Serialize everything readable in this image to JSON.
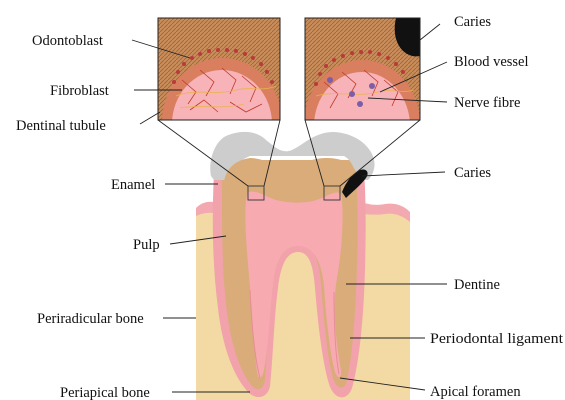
{
  "labels": {
    "odontoblast": "Odontoblast",
    "fibroblast": "Fibroblast",
    "dentinal_tubule": "Dentinal tubule",
    "enamel": "Enamel",
    "pulp": "Pulp",
    "periradicular_bone": "Periradicular bone",
    "periapical_bone": "Periapical bone",
    "caries_inset": "Caries",
    "blood_vessel": "Blood vessel",
    "nerve_fibre": "Nerve fibre",
    "caries_tooth": "Caries",
    "dentine": "Dentine",
    "periodontal_ligament": "Periodontal ligament",
    "apical_foramen": "Apical foramen"
  },
  "colors": {
    "bone": "#F3D9A4",
    "gum": "#F2A9B0",
    "dentine": "#D9AC7A",
    "pulp": "#F7AAB0",
    "enamel": "#CDCDCD",
    "caries": "#111111",
    "inset_tubules": "#B07A48"
  }
}
